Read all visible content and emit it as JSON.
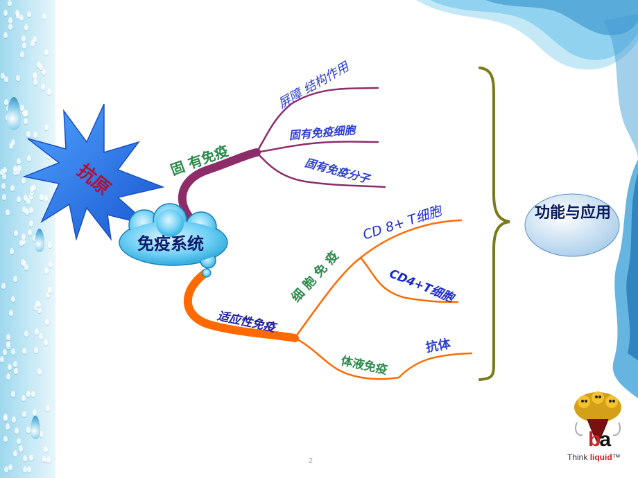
{
  "antigen": "抗原",
  "center": "免疫系统",
  "innate": {
    "label": "固 有免疫",
    "items": [
      "屏障 结构作用",
      "固有免疫细胞",
      "固有免疫分子"
    ]
  },
  "adaptive": {
    "label": "适应性免疫",
    "cellular": {
      "label": "细 胞 免 疫",
      "items": [
        "CD 8+ T细胞",
        "CD4+T细胞"
      ]
    },
    "humoral": {
      "label": "体液免疫",
      "items": [
        "抗体"
      ]
    }
  },
  "function_box": "功能与应用",
  "page_number": "2",
  "logo": {
    "letters_b": "b",
    "letters_a": "a",
    "tagline_a": "Think ",
    "tagline_b": "liquid",
    "tm": "™"
  },
  "colors": {
    "innate_branch": "#8c2d6a",
    "adaptive_branch": "#ff6a00",
    "brace": "#7a7a1a",
    "cloud": "#5ec8f0",
    "star": "#2f7fe8",
    "antigen_text": "#b0103a"
  }
}
